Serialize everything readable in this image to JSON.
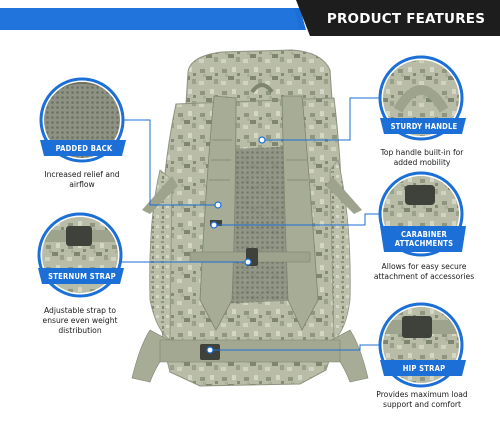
{
  "banner": {
    "title": "PRODUCT FEATURES"
  },
  "features": {
    "padded_back": {
      "label": "PADDED BACK",
      "desc_line1": "Increased relief and",
      "desc_line2": "airflow"
    },
    "sturdy_handle": {
      "label": "STURDY HANDLE",
      "desc_line1": "Top handle built-in for",
      "desc_line2": "added mobility"
    },
    "carabiner": {
      "label_line1": "CARABINER",
      "label_line2": "ATTACHMENTS",
      "desc_line1": "Allows for easy secure",
      "desc_line2": "attachment of accessories"
    },
    "sternum_strap": {
      "label": "STERNUM STRAP",
      "desc_line1": "Adjustable strap to",
      "desc_line2": "ensure even weight",
      "desc_line3": "distribution"
    },
    "hip_strap": {
      "label": "HIP STRAP",
      "desc_line1": "Provides maximum load",
      "desc_line2": "support and comfort"
    }
  },
  "colors": {
    "accent_blue": "#1b6fd6",
    "banner_dark": "#1d1d1d",
    "camo_base": "#b9bda7",
    "strap": "#9ea38d"
  }
}
